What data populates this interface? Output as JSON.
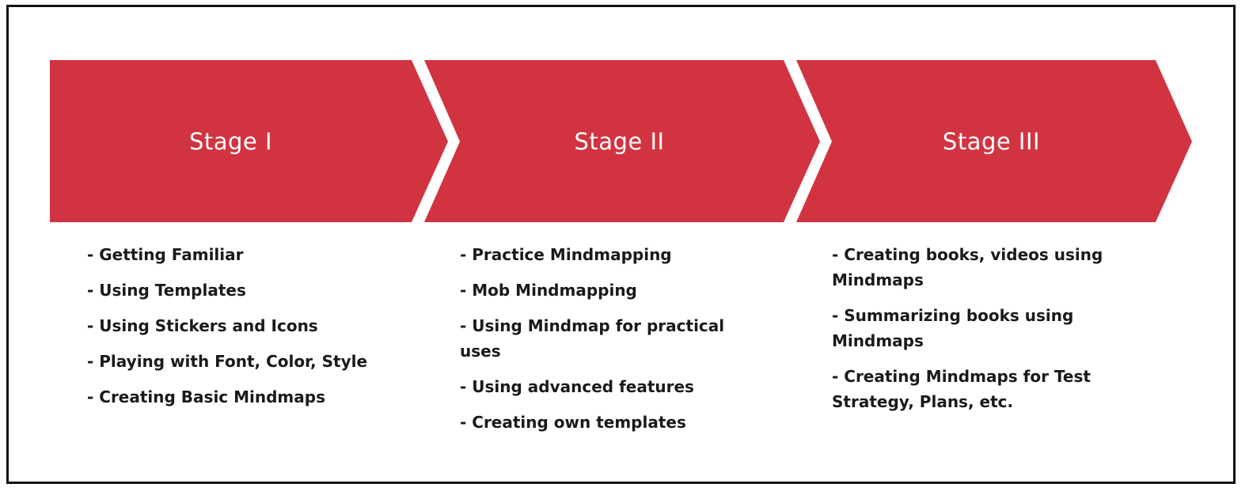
{
  "colors": {
    "stage_fill": "#d13440",
    "stage_text": "#ffffff",
    "item_text": "#1a1a1a",
    "border": "#111111"
  },
  "stages": [
    {
      "title": "Stage I",
      "items": [
        "- Getting Familiar",
        "- Using Templates",
        "- Using Stickers and Icons",
        "- Playing with Font, Color, Style",
        "- Creating Basic Mindmaps"
      ]
    },
    {
      "title": "Stage II",
      "items": [
        "- Practice Mindmapping",
        "- Mob Mindmapping",
        "- Using Mindmap for practical uses",
        "- Using advanced features",
        "- Creating own templates"
      ]
    },
    {
      "title": "Stage III",
      "items": [
        "- Creating books, videos using Mindmaps",
        "- Summarizing books using Mindmaps",
        "- Creating Mindmaps for Test Strategy, Plans, etc."
      ]
    }
  ]
}
